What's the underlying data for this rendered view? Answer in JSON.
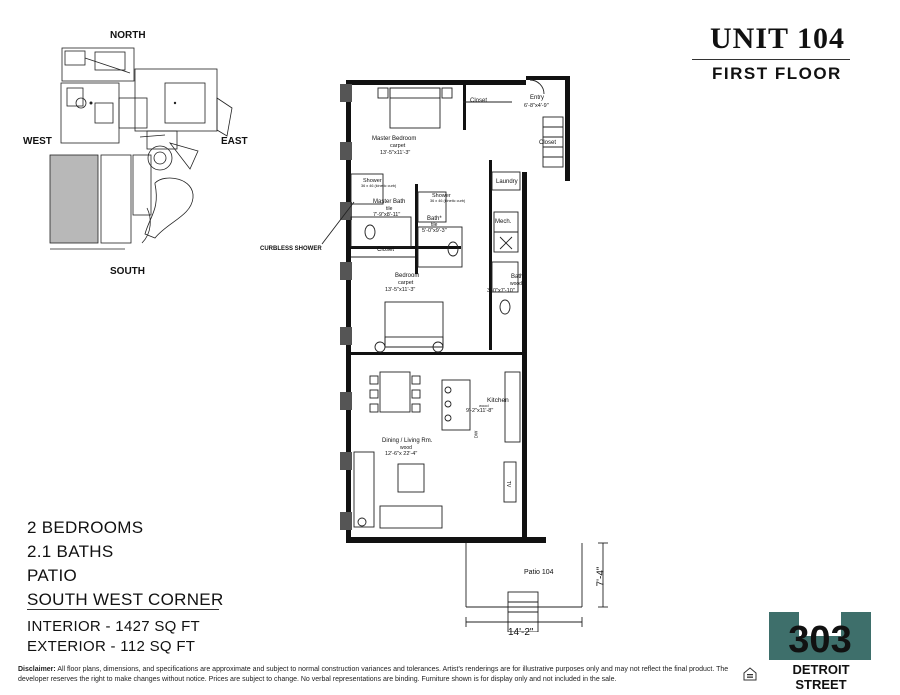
{
  "header": {
    "unit_title": "UNIT 104",
    "floor": "FIRST FLOOR"
  },
  "key_plan": {
    "north": "NORTH",
    "south": "SOUTH",
    "east": "EAST",
    "west": "WEST"
  },
  "features": [
    "2 BEDROOMS",
    "2.1 BATHS",
    "PATIO",
    "SOUTH WEST CORNER"
  ],
  "areas": {
    "interior": "INTERIOR - 1427 SQ FT",
    "exterior": "EXTERIOR - 112 SQ FT"
  },
  "plan_labels": {
    "curbless": "CURBLESS SHOWER",
    "closet": "Closet",
    "entry": "Entry",
    "entry_dim": "6'-8\"x4'-9\"",
    "master_bedroom": "Master Bedroom",
    "carpet": "carpet",
    "master_dim": "13'-5\"x11'-3\"",
    "shower": "Shower",
    "shower_note": "36 x 46 (kinetic curb)",
    "shower2_note": "36 x 46 (kinetic curb)",
    "master_bath": "Master Bath",
    "tile": "tile",
    "master_bath_dim": "7'-9\"x8'-11\"",
    "bath_star": "Bath*",
    "bath2_dim": "5'-0\"x9'-3\"",
    "laundry": "Laundry",
    "mech": "Mech.",
    "bedroom": "Bedroom",
    "bedroom_dim": "13'-5\"x11'-3\"",
    "bath": "Bath",
    "wood": "wood",
    "bath3_dim": "3'-0\"x7'-10\"",
    "kitchen": "Kitchen",
    "kitchen_floor": "wood",
    "kitchen_dim": "9'-2\"x11'-8\"",
    "dining": "Dining / Living Rm.",
    "dining_dim": "12'-6\"x 22'-4\"",
    "tv": "TV",
    "dw": "DW",
    "patio": "Patio 104",
    "patio_depth": "7'-4\"",
    "patio_width": "14'-2\""
  },
  "disclaimer": {
    "label": "Disclaimer:",
    "text": "All floor plans, dimensions, and specifications are approximate and subject to normal construction variances and tolerances. Artist's renderings are for illustrative purposes only and may not reflect the final product. The developer reserves the right to make changes without notice. Prices are subject to change. No verbal representations are binding. Furniture shown is for display only and not included in the sale."
  },
  "logo": {
    "mark": "303",
    "name": "DETROIT STREET",
    "color": "#3e6f6b"
  }
}
